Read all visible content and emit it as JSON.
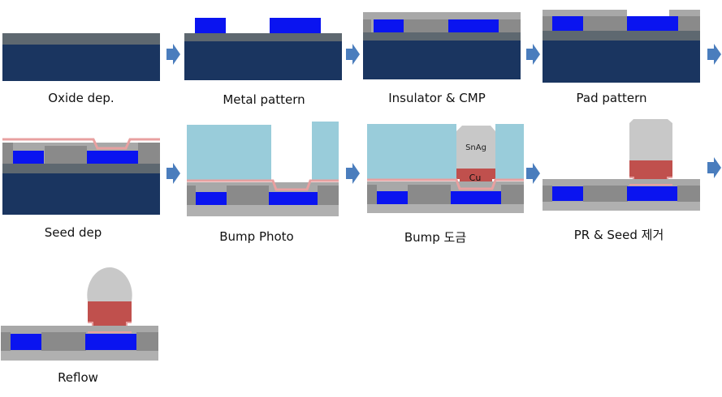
{
  "colors": {
    "substrate": "#1a3560",
    "oxide": "#5e6870",
    "metal": "#0a14f0",
    "insulator_light": "#a8a8a8",
    "insulator_dark": "#8a8a8a",
    "seed": "#e8a0a0",
    "photoresist": "#99ccda",
    "copper": "#c0504d",
    "snag": "#c8c8c8",
    "arrow": "#4a7dbd"
  },
  "steps": [
    {
      "caption": "Oxide dep."
    },
    {
      "caption": "Metal pattern"
    },
    {
      "caption": "Insulator & CMP"
    },
    {
      "caption": "Pad pattern"
    },
    {
      "caption": "Seed dep"
    },
    {
      "caption": "Bump Photo"
    },
    {
      "caption": "Bump 도금",
      "labels": {
        "snag": "SnAg",
        "cu": "Cu"
      }
    },
    {
      "caption": "PR & Seed 제거"
    },
    {
      "caption": "Reflow"
    }
  ],
  "arrow_count": 8
}
